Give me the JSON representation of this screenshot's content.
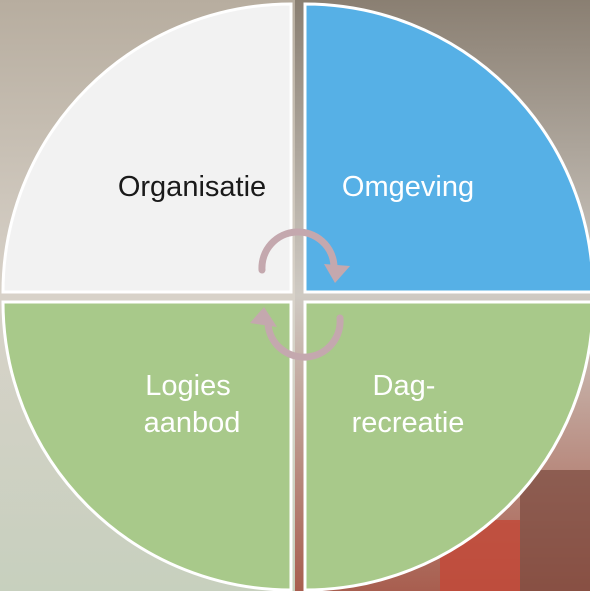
{
  "quadrants": {
    "top_left": {
      "lines": [
        "Organisatie"
      ],
      "fill": "#f2f2f2",
      "text_color": "#1a1a1a"
    },
    "top_right": {
      "lines": [
        "Omgeving"
      ],
      "fill": "#56b0e6",
      "text_color": "#ffffff"
    },
    "bottom_left": {
      "lines": [
        "Logies",
        "aanbod"
      ],
      "fill": "#a8c98a",
      "text_color": "#ffffff"
    },
    "bottom_right": {
      "lines": [
        "Dag-",
        "recreatie"
      ],
      "fill": "#a8c98a",
      "text_color": "#ffffff"
    }
  },
  "cycle_arrows": {
    "color": "#c4a8ae"
  },
  "background_photo_colors": {
    "top_left": "#b8b0a6",
    "top_right": "#9a8b7a",
    "bottom_left": "#c8c2b8",
    "bottom_right": "#a0584a"
  }
}
